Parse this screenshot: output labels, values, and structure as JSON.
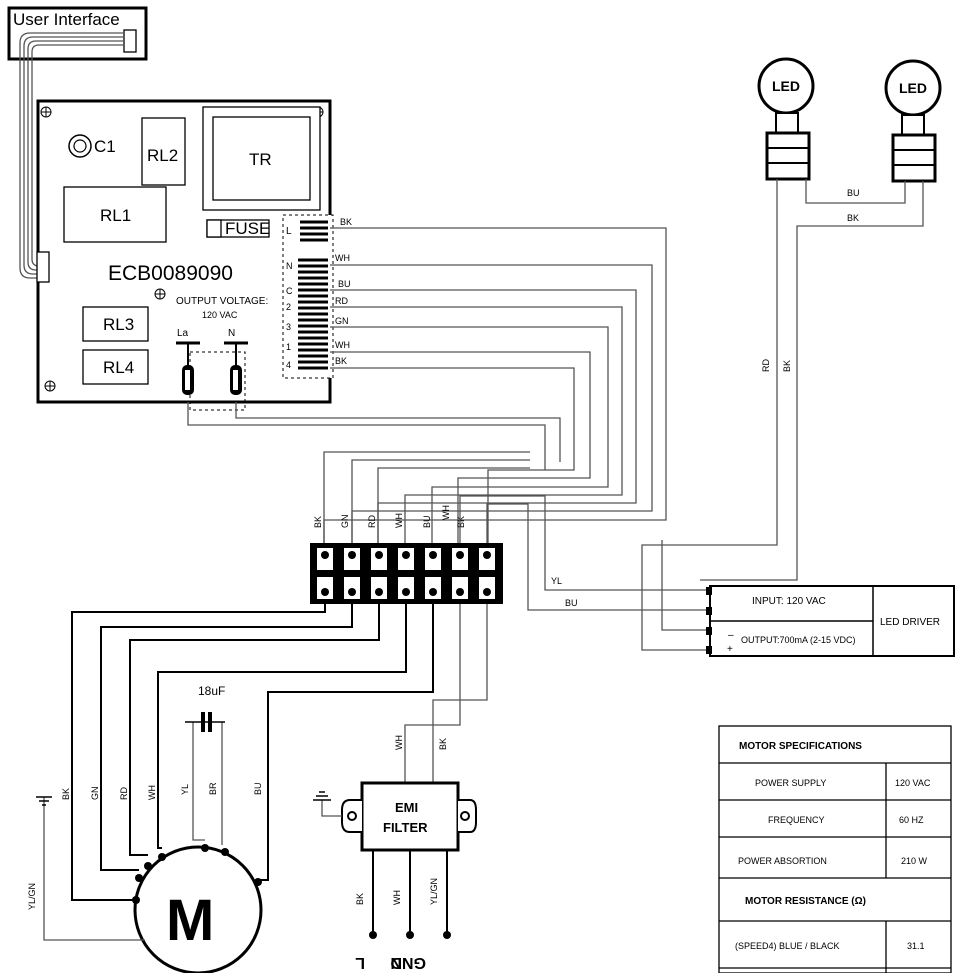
{
  "user_interface": "User Interface",
  "board": {
    "model": "ECB0089090",
    "c1": "C1",
    "rl1": "RL1",
    "rl2": "RL2",
    "rl3": "RL3",
    "rl4": "RL4",
    "tr": "TR",
    "fuse": "FUSE",
    "output_voltage": "OUTPUT VOLTAGE:",
    "output_value": "120 VAC",
    "la": "La",
    "n": "N",
    "pins": [
      "L",
      "N",
      "C",
      "2",
      "3",
      "1",
      "4"
    ]
  },
  "board_wires": [
    "BK",
    "WH",
    "BU",
    "RD",
    "GN",
    "WH",
    "BK"
  ],
  "led1": "LED",
  "led2": "LED",
  "led_wires": {
    "bu": "BU",
    "bk": "BK",
    "rd": "RD",
    "bk2": "BK"
  },
  "terminal_wires": [
    "BK",
    "GN",
    "RD",
    "WH",
    "BU",
    "WH",
    "BK"
  ],
  "driver": {
    "input": "INPUT: 120 VAC",
    "output": "OUTPUT:700mA (2-15 VDC)",
    "name": "LED DRIVER",
    "plus": "+",
    "minus": "–",
    "yl": "YL",
    "bu": "BU"
  },
  "capacitor": "18uF",
  "motor": {
    "letter": "M",
    "wires": [
      "BK",
      "GN",
      "RD",
      "WH",
      "YL",
      "BR",
      "BU"
    ],
    "ground": "YL/GN"
  },
  "emi": {
    "title1": "EMI",
    "title2": "FILTER",
    "in_wh": "WH",
    "in_bk": "BK",
    "out": [
      "BK",
      "WH",
      "YL/GN"
    ],
    "terminals": [
      "L",
      "N",
      "GND"
    ]
  },
  "specs": {
    "title": "MOTOR SPECIFICATIONS",
    "rows": [
      {
        "label": "POWER SUPPLY",
        "value": "120 VAC"
      },
      {
        "label": "FREQUENCY",
        "value": "60 HZ"
      },
      {
        "label": "POWER ABSORTION",
        "value": "210 W"
      }
    ],
    "resistance_title": "MOTOR RESISTANCE (Ω)",
    "resistance_rows": [
      {
        "label": "(SPEED4) BLUE / BLACK",
        "value": "31.1"
      }
    ]
  }
}
